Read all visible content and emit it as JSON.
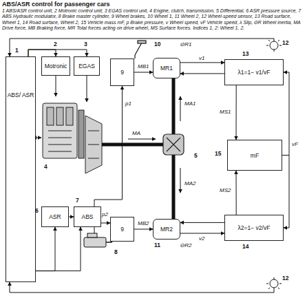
{
  "diagram": {
    "title": "ABS/ASR control for passenger cars",
    "caption": "1 ABS/ASR control unit, 2 Motronic control unit, 3 EGAS control unit, 4 Engine, clutch, transmission, 5 Differential, 6 ASR pressure source, 7 ABS Hydraulic modulator, 8 Brake master cylinder, 9 Wheel brakes, 10 Wheel 1, 11 Wheel 2, 12 Wheel-speed sensor, 13 Road surface, Wheel 1, 14 Road surface, Wheel 2, 15 Vehicle mass mF, p Brake pressure, v Wheel speed, vF Vehicle speed, λ Slip, ΘR Wheel inertia, MA Drive force, MB Braking force, MR Total forces acting on drive wheel, MS Surface forces. Indices 1, 2: Wheel 1, 2.",
    "nodes": [
      {
        "text": [
          "ABS/ ASR"
        ]
      },
      {
        "text": [
          "Motronic"
        ]
      },
      {
        "text": [
          "EGAS"
        ]
      },
      {
        "text": [
          "9"
        ]
      },
      {
        "text": [
          "MR1"
        ]
      },
      {
        "text": [
          "λ1=1− v1/vF"
        ]
      },
      {
        "text": [
          "mF"
        ]
      },
      {
        "text": [
          "λ2=1− v2/vF"
        ]
      },
      {
        "text": [
          "MR2"
        ]
      },
      {
        "text": [
          "9"
        ]
      },
      {
        "text": [
          "ASR"
        ]
      },
      {
        "text": [
          "ABS"
        ]
      }
    ],
    "edges": [
      {
        "from": 0,
        "to": 1,
        "arrow": "to"
      },
      {
        "from": 0,
        "to": 2,
        "arrow": "to"
      },
      {
        "from": 0,
        "to": 10,
        "arrow": "to"
      },
      {
        "from": 0,
        "to": 11,
        "arrow": "to"
      },
      {
        "from": 10,
        "to": 11,
        "arrow": "to"
      },
      {
        "from": 11,
        "to": 3,
        "label": "p1",
        "arrow": "to"
      },
      {
        "from": 11,
        "to": 9,
        "label": "p2",
        "arrow": "to"
      },
      {
        "from": 3,
        "to": 4,
        "label": "MB1",
        "arrow": "to"
      },
      {
        "from": 9,
        "to": 8,
        "label": "MB2",
        "arrow": "to"
      },
      {
        "from": 4,
        "to": 5,
        "label": "v1",
        "arrow": "to"
      },
      {
        "from": 5,
        "to": 4,
        "arrow": "to"
      },
      {
        "from": 5,
        "to": 6,
        "label": "MS1",
        "arrow": "to"
      },
      {
        "from": 6,
        "to": 5,
        "arrow": "to"
      },
      {
        "from": 6,
        "to": 7,
        "arrow": "to"
      },
      {
        "from": 7,
        "to": 6,
        "label": "MS2",
        "arrow": "to"
      },
      {
        "from": 8,
        "to": 7,
        "label": "v2",
        "arrow": "to"
      },
      {
        "from": 7,
        "to": 8,
        "arrow": "to"
      }
    ],
    "labels": [
      "1",
      "2",
      "3",
      "10",
      "ΘR1",
      "13",
      "MA1",
      "MA",
      "5",
      "MA2",
      "15",
      "vF",
      "4",
      "6",
      "7",
      "11",
      "ΘR2",
      "14",
      "8",
      "12",
      "12"
    ]
  }
}
